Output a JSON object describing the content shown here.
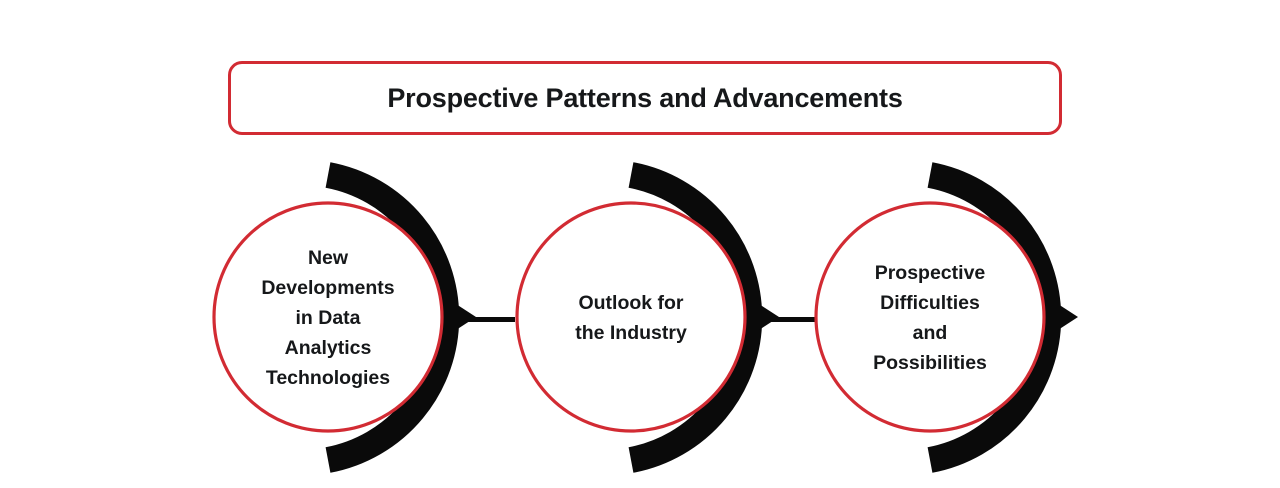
{
  "diagram": {
    "type": "process-flow",
    "orientation": "horizontal",
    "title": "Prospective Patterns and Advancements",
    "colors": {
      "accent_red": "#D22B33",
      "arc_black": "#0A0A0A",
      "text_black": "#16181A",
      "background": "#FFFFFF"
    },
    "nodes": [
      {
        "id": "node-1",
        "label": "New Developments in Data Analytics Technologies",
        "lines": [
          "New",
          "Developments",
          "in Data",
          "Analytics",
          "Technologies"
        ]
      },
      {
        "id": "node-2",
        "label": "Outlook for the Industry",
        "lines": [
          "Outlook for",
          "the Industry"
        ]
      },
      {
        "id": "node-3",
        "label": "Prospective Difficulties and Possibilities",
        "lines": [
          "Prospective",
          "Difficulties",
          "and",
          "Possibilities"
        ]
      }
    ],
    "connectors": [
      {
        "id": "connector-1",
        "from": "node-1",
        "to": "node-2"
      },
      {
        "id": "connector-2",
        "from": "node-2",
        "to": "node-3"
      }
    ]
  }
}
